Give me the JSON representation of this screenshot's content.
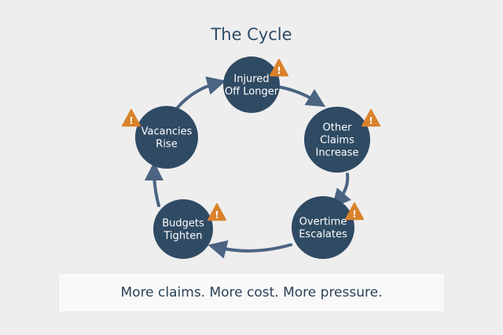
{
  "title": "The Cycle",
  "nodes": [
    {
      "id": "injured",
      "lines": [
        "Injured",
        "Off Longer"
      ]
    },
    {
      "id": "other-claims",
      "lines": [
        "Other",
        "Claims",
        "Increase"
      ]
    },
    {
      "id": "overtime",
      "lines": [
        "Overtime",
        "Escalates"
      ]
    },
    {
      "id": "budgets",
      "lines": [
        "Budgets",
        "Tighten"
      ]
    },
    {
      "id": "vacancies",
      "lines": [
        "Vacancies",
        "Rise"
      ]
    }
  ],
  "warning_icon": "warning-triangle-icon",
  "warning_glyph": "!",
  "banner_text": "More claims. More cost. More pressure.",
  "colors": {
    "node_fill": "#2f4a63",
    "node_text": "#ffffff",
    "arrow": "#4a6482",
    "warning": "#d9822b",
    "title": "#2e4a66",
    "background": "#eeeeee"
  }
}
